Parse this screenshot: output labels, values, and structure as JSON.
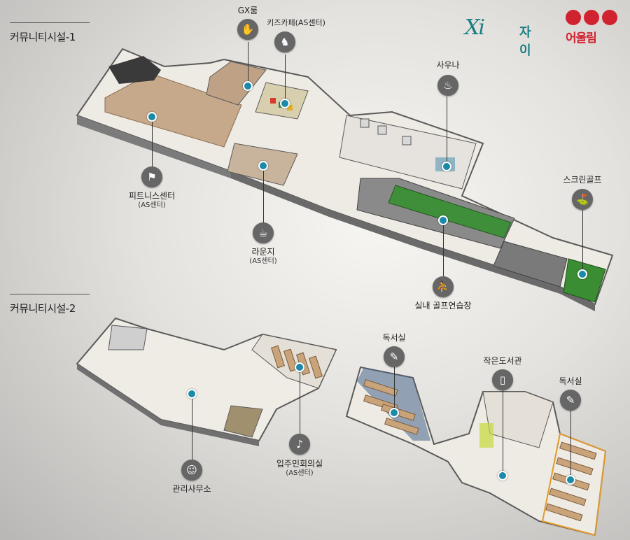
{
  "sections": {
    "community1": "커뮤니티시설-1",
    "community2": "커뮤니티시설-2"
  },
  "brands": {
    "xi_mark": "Xi",
    "xi_text": "자이",
    "partner_text": "어울림",
    "xi_color": "#1b7e83",
    "partner_color": "#d1222f"
  },
  "facilities": {
    "gx_room": {
      "label": "GX룸",
      "icon": "yoga-icon"
    },
    "kids_cafe": {
      "label": "키즈카페(AS센터)",
      "icon": "rocking-horse-icon"
    },
    "sauna": {
      "label": "사우나",
      "icon": "sauna-icon"
    },
    "fitness": {
      "label": "피트니스센터",
      "sub": "(AS센터)",
      "icon": "treadmill-icon"
    },
    "lounge": {
      "label": "라운지",
      "sub": "(AS센터)",
      "icon": "coffee-cup-icon"
    },
    "screen_golf": {
      "label": "스크린골프",
      "icon": "golf-flag-icon"
    },
    "golf_range": {
      "label": "실내 골프연습장",
      "icon": "golfer-icon"
    },
    "office": {
      "label": "관리사무소",
      "icon": "people-icon"
    },
    "meeting": {
      "label": "입주민회의실",
      "sub": "(AS센터)",
      "icon": "microphone-icon"
    },
    "reading_left": {
      "label": "독서실",
      "icon": "book-pen-icon"
    },
    "small_library": {
      "label": "작은도서관",
      "icon": "library-door-icon"
    },
    "reading_right": {
      "label": "독서실",
      "icon": "book-pen-icon"
    }
  }
}
